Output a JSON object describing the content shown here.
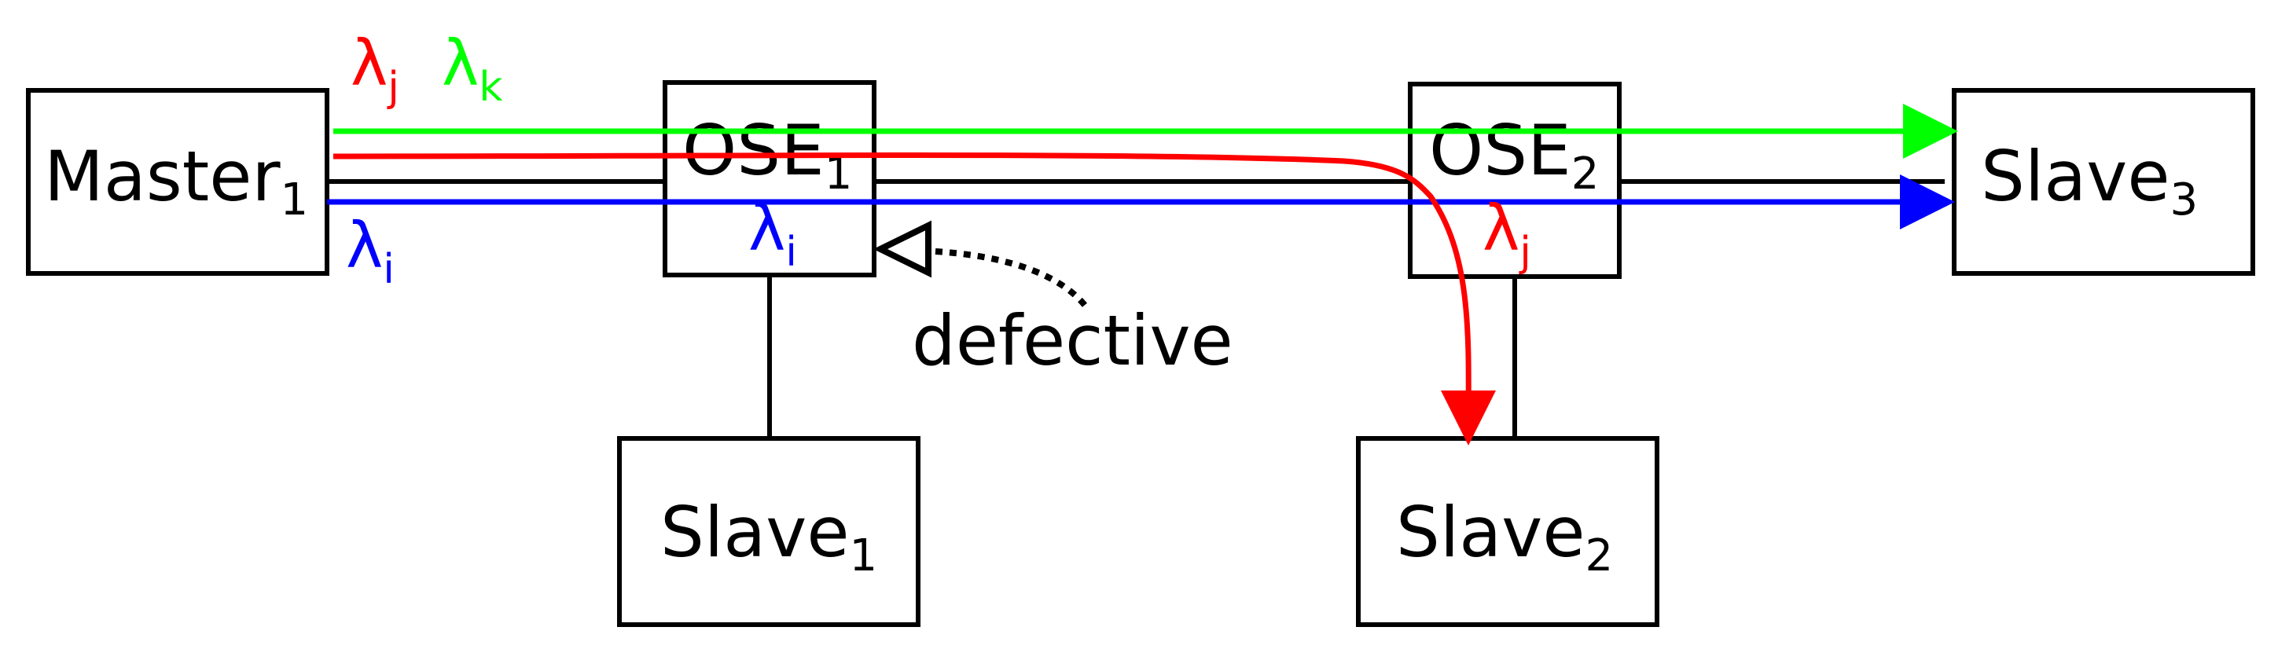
{
  "colors": {
    "red": "#ff0000",
    "green": "#00ff00",
    "blue": "#0000ff",
    "black": "#000000"
  },
  "nodes": {
    "master1": {
      "base": "Master",
      "sub": "1"
    },
    "ose1": {
      "base": "OSE",
      "sub": "1"
    },
    "ose2": {
      "base": "OSE",
      "sub": "2"
    },
    "slave1": {
      "base": "Slave",
      "sub": "1"
    },
    "slave2": {
      "base": "Slave",
      "sub": "2"
    },
    "slave3": {
      "base": "Slave",
      "sub": "3"
    }
  },
  "wavelengths": {
    "j": {
      "symbol": "λ",
      "sub": "j"
    },
    "k": {
      "symbol": "λ",
      "sub": "k"
    },
    "i": {
      "symbol": "λ",
      "sub": "i"
    }
  },
  "annotations": {
    "defective": "defective"
  }
}
